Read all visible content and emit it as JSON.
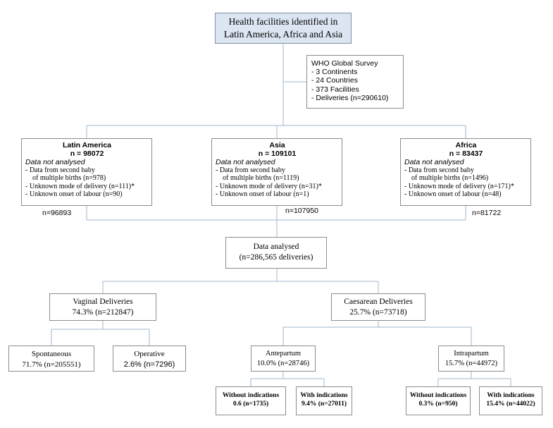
{
  "top": {
    "line1": "Health facilities identified in",
    "line2": "Latin America, Africa and Asia"
  },
  "survey": {
    "title": "WHO Global Survey",
    "items": [
      "- 3 Continents",
      "- 24 Countries",
      "- 373 Facilities",
      "- Deliveries (n=290610)"
    ]
  },
  "regions": {
    "latam": {
      "name": "Latin America",
      "n": "n = 98072",
      "not_analysed": "Data not analysed",
      "item1a": "- Data from second baby",
      "item1b": "of multiple births (n=978)",
      "item2": "- Unknown mode of delivery (n=111)*",
      "item3": "- Unknown onset of labour (n=90)",
      "analysed_count": "n=96893"
    },
    "asia": {
      "name": "Asia",
      "n": "n = 109101",
      "not_analysed": "Data not analysed",
      "item1a": "- Data from second baby",
      "item1b": "of multiple births (n=1119)",
      "item2": "- Unknown mode of delivery (n=31)*",
      "item3": "- Unknown onset of labour (n=1)",
      "analysed_count": "n=107950"
    },
    "africa": {
      "name": "Africa",
      "n": "n = 83437",
      "not_analysed": "Data not analysed",
      "item1a": "- Data from second baby",
      "item1b": "of multiple births (n=1496)",
      "item2": "- Unknown mode of delivery (n=171)*",
      "item3": "- Unknown onset of labour (n=48)",
      "analysed_count": "n=81722"
    }
  },
  "analysed": {
    "line1": "Data analysed",
    "line2": "(n=286,565 deliveries)"
  },
  "vaginal": {
    "line1": "Vaginal Deliveries",
    "line2": "74.3% (n=212847)"
  },
  "caesarean": {
    "line1": "Caesarean Deliveries",
    "line2": "25.7% (n=73718)"
  },
  "spontaneous": {
    "line1": "Spontaneous",
    "line2": "71.7% (n=205551)"
  },
  "operative": {
    "line1": "Operative",
    "line2": "2.6% (n=7296)"
  },
  "antepartum": {
    "line1": "Antepartum",
    "line2": "10.0% (n=28746)"
  },
  "intrapartum": {
    "line1": "Intrapartum",
    "line2": "15.7% (n=44972)"
  },
  "ante_without": {
    "line1": "Without indications",
    "line2": "0.6 (n=1735)"
  },
  "ante_with": {
    "line1": "With indications",
    "line2": "9.4% (n=27011)"
  },
  "intra_without": {
    "line1": "Without indications",
    "line2": "0.3% (n=950)"
  },
  "intra_with": {
    "line1": "With indications",
    "line2": "15.4% (n=44022)"
  },
  "colors": {
    "connector": "#9fb7cf",
    "top_fill": "#dce6f2",
    "border": "#8c8c8c"
  }
}
